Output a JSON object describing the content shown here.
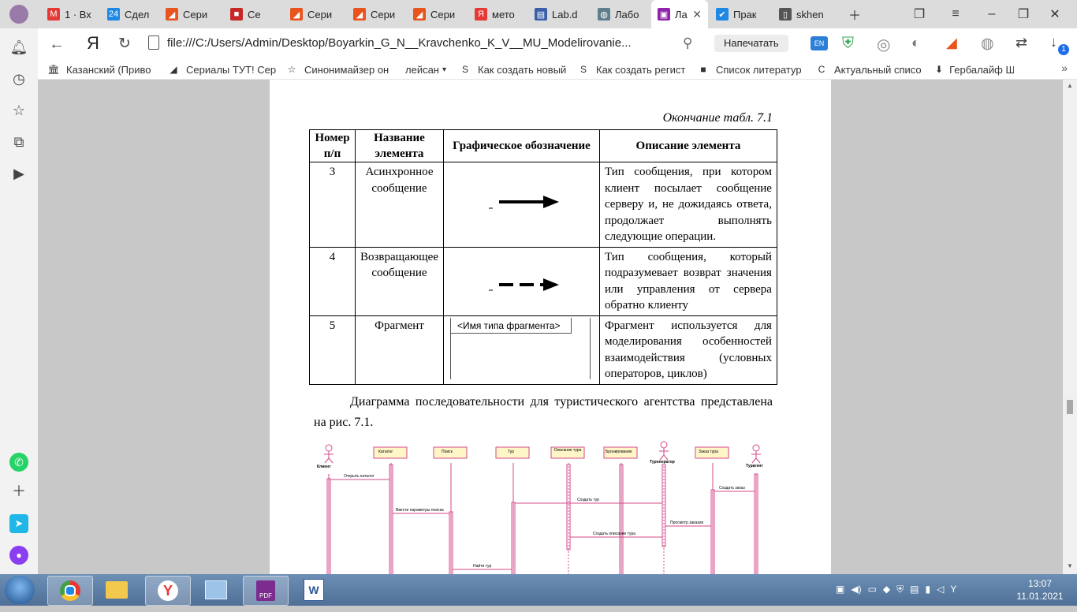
{
  "tabs": [
    {
      "label": "1 · Вх",
      "color": "#e53935",
      "glyph": "M"
    },
    {
      "label": "Сдел",
      "color": "#1e88e5",
      "glyph": "24"
    },
    {
      "label": "Сери",
      "color": "#e8541e",
      "glyph": "◢"
    },
    {
      "label": "Се",
      "color": "#c62828",
      "glyph": "■"
    },
    {
      "label": "Сери",
      "color": "#e8541e",
      "glyph": "◢"
    },
    {
      "label": "Сери",
      "color": "#e8541e",
      "glyph": "◢"
    },
    {
      "label": "Сери",
      "color": "#e8541e",
      "glyph": "◢"
    },
    {
      "label": "мето",
      "color": "#e53935",
      "glyph": "Я"
    },
    {
      "label": "Lab.d",
      "color": "#3a5fa8",
      "glyph": "▤"
    },
    {
      "label": "Лабо",
      "color": "#607d8b",
      "glyph": "◍"
    },
    {
      "label": "Ла",
      "color": "#8e24aa",
      "glyph": "▣"
    },
    {
      "label": "Прак",
      "color": "#1e88e5",
      "glyph": "✔"
    },
    {
      "label": "skhen",
      "color": "#555555",
      "glyph": "▯"
    }
  ],
  "toolbar": {
    "brand": "Я",
    "url": "file:///C:/Users/Admin/Desktop/Boyarkin_G_N__Kravchenko_K_V__MU_Modelirovanie...",
    "print_label": "Напечатать",
    "downloads_badge": "1"
  },
  "bookmarks": [
    {
      "label": "Казанский (Приво",
      "icon": "🏛"
    },
    {
      "label": "Сериалы ТУТ! Сер",
      "icon": "◢"
    },
    {
      "label": "Синонимайзер он",
      "icon": "☆"
    },
    {
      "label": "лейсан",
      "icon": ""
    },
    {
      "label": "Как создать новый",
      "icon": "S"
    },
    {
      "label": "Как создать регист",
      "icon": "S"
    },
    {
      "label": "Список литератур",
      "icon": "■"
    },
    {
      "label": "Актуальный списо",
      "icon": "C"
    },
    {
      "label": "Гербалайф Ш",
      "icon": "⬇"
    }
  ],
  "document": {
    "caption": "Окончание табл. 7.1",
    "headers": [
      "Номер п/п",
      "Название элемента",
      "Графическое обозначение",
      "Описание элемента"
    ],
    "rows": [
      {
        "num": "3",
        "name": "Асинхронное сообщение",
        "desc": "Тип сообщения, при котором клиент посылает сообщение серверу и, не дожидаясь ответа, продолжает выполнять следующие операции."
      },
      {
        "num": "4",
        "name": "Возвращающее сообщение",
        "desc": "Тип сообщения, который подразумевает возврат значения или управления от сервера обратно клиенту"
      },
      {
        "num": "5",
        "name": "Фрагмент",
        "desc": "Фрагмент используется для моделирования особенностей взаимодействия (условных операторов, циклов)"
      }
    ],
    "fragment_label": "<Имя типа фрагмента>",
    "paragraph": "Диаграмма последовательности для туристического агентства представлена на рис. 7.1.",
    "diagram": {
      "actors": [
        "Клиент",
        "Туроператор",
        "Турагент"
      ],
      "objects": [
        "Каталог",
        "Поиск",
        "Тур",
        "Описание тура",
        "Бронирование",
        "Заказ тура"
      ],
      "messages": [
        "Открыть каталог",
        "Создать заказ",
        "Создать тур",
        "Ввести параметры поиска",
        "Просмотр заказов",
        "Создать описание тура",
        "Найти тур"
      ]
    }
  },
  "taskbar": {
    "time": "13:07",
    "date": "11.01.2021"
  }
}
